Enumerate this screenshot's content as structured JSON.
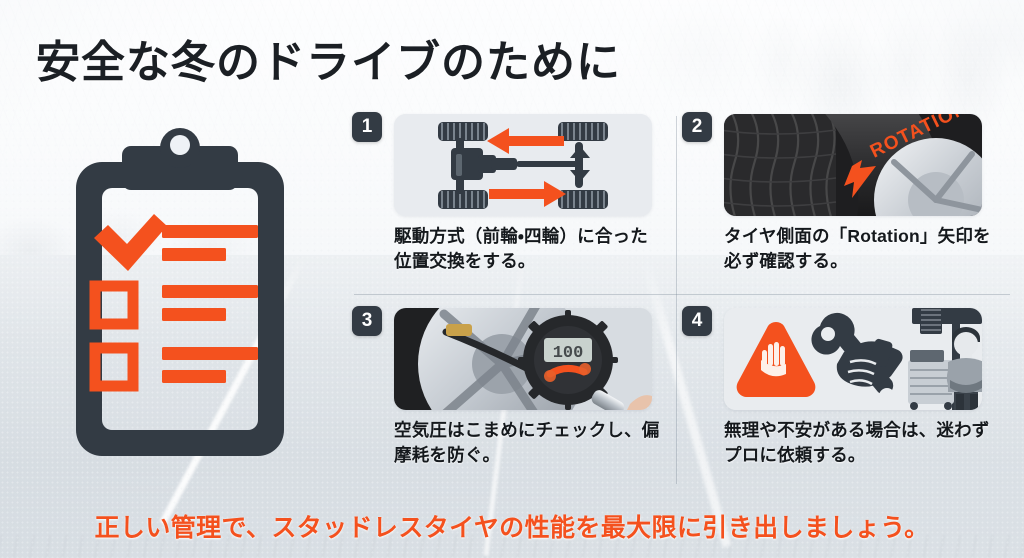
{
  "title": "安全な冬のドライブのために",
  "colors": {
    "accent_orange": "#F4511E",
    "dark_slate": "#333B44",
    "text_dark": "#15191D",
    "background_pale": "#E9EDF1"
  },
  "hero_icon": {
    "name": "clipboard-checklist-icon",
    "description": "チェックリスト付きクリップボード",
    "checked_items": 1,
    "unchecked_items": 2
  },
  "steps": [
    {
      "number": "1",
      "caption": "駆動方式（前輪・四輪）に合った位置交換をする。",
      "illustration": "drivetrain-rotation-diagram",
      "illustration_alt": "四輪とドライブトレインの模式図、オレンジ色の交換方向矢印"
    },
    {
      "number": "2",
      "caption": "タイヤ側面の「Rotation」矢印を必ず確認する。",
      "illustration": "tire-sidewall-rotation-photo",
      "illustration_alt": "タイヤ側面のROTATION表示と矢印",
      "sidewall_label": "ROTATION"
    },
    {
      "number": "3",
      "caption": "空気圧はこまめにチェックし、偏摩耗を防ぐ。",
      "illustration": "tire-pressure-gauge-photo",
      "illustration_alt": "デジタル空気圧ゲージでタイヤの空気圧を測定",
      "gauge_reading": "100"
    },
    {
      "number": "4",
      "caption": "無理や不安がある場合は、迷わずプロに依頼する。",
      "illustration": "call-a-professional-icon",
      "illustration_alt": "警告マーク、レンチを持つ手、整備士"
    }
  ],
  "footer": {
    "message": "正しい管理で、スタッドレスタイヤの性能を最大限に引き出しましょう。"
  }
}
